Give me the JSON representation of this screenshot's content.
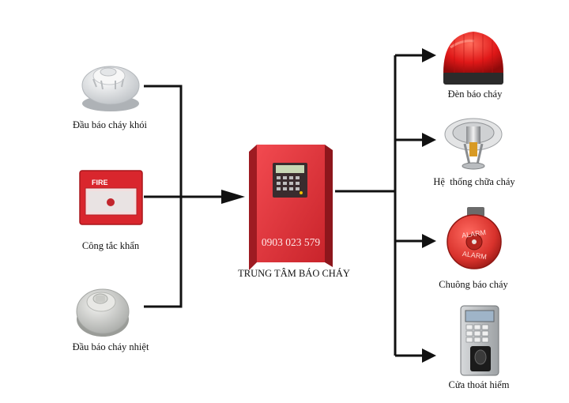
{
  "inputs": {
    "smoke_detector": "Đầu báo cháy khói",
    "manual_call_point": "Công tắc khẩn",
    "heat_detector": "Đầu báo cháy nhiệt"
  },
  "control_panel": {
    "label": "TRUNG TÂM BÁO CHÁY",
    "phone": "0903 023 579"
  },
  "outputs": {
    "strobe_light": "Đèn báo cháy",
    "sprinkler_system": "Hệ  thống chữa cháy",
    "alarm_bell": "Chuông báo cháy",
    "emergency_exit": "Cửa thoát hiểm"
  },
  "device_text": {
    "fire_sign": "FIRE",
    "bell_text": "ALARM"
  },
  "colors": {
    "panel_red": "#e8323a",
    "line": "#111111",
    "bell_red": "#d8322c",
    "strobe_red": "#e01818"
  }
}
